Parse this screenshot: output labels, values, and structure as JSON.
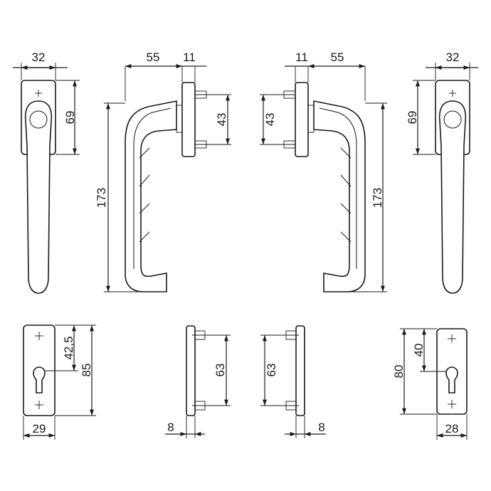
{
  "dimensions": {
    "v1_width": "32",
    "v1_height": "69",
    "v2_reach": "55",
    "v2_plate": "11",
    "v2_spacing": "43",
    "v2_length": "173",
    "v3_plate": "11",
    "v3_reach": "55",
    "v3_spacing": "43",
    "v3_length": "173",
    "v4_width": "32",
    "v4_height": "69",
    "v5_offset": "42,5",
    "v5_height": "85",
    "v5_width": "29",
    "v6_spacing": "63",
    "v6_thickness": "8",
    "v7_spacing": "63",
    "v7_thickness": "8",
    "v8_height": "80",
    "v8_offset": "40",
    "v8_width": "28"
  },
  "colors": {
    "line": "#1a1a1a",
    "background": "#ffffff"
  }
}
